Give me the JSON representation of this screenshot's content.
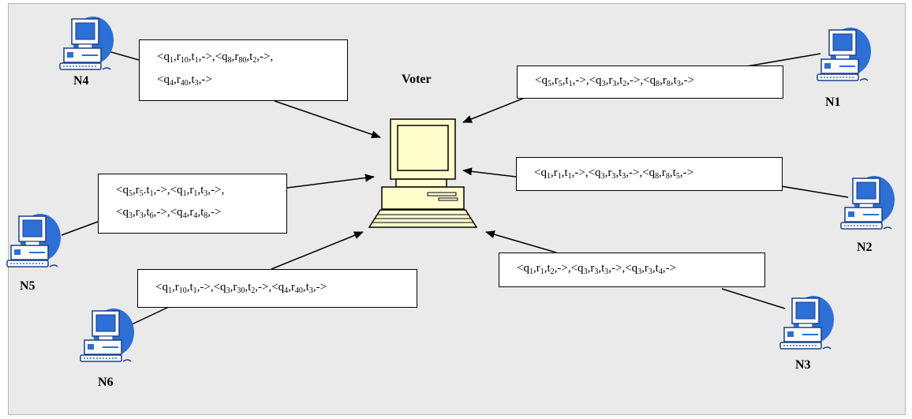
{
  "voter": {
    "label": "Voter"
  },
  "nodes": [
    {
      "id": "n1",
      "label": "N1"
    },
    {
      "id": "n2",
      "label": "N2"
    },
    {
      "id": "n3",
      "label": "N3"
    },
    {
      "id": "n4",
      "label": "N4"
    },
    {
      "id": "n5",
      "label": "N5"
    },
    {
      "id": "n6",
      "label": "N6"
    }
  ],
  "messages": {
    "n4": [
      [
        [
          "q",
          "1"
        ],
        [
          "r",
          "10"
        ],
        [
          "t",
          "1"
        ],
        [
          "-",
          ""
        ]
      ],
      [
        [
          "q",
          "8"
        ],
        [
          "r",
          "80"
        ],
        [
          "t",
          "2"
        ],
        [
          "-",
          ""
        ]
      ],
      [
        [
          "q",
          "4"
        ],
        [
          "r",
          "40"
        ],
        [
          "t",
          "3"
        ],
        [
          "-",
          ""
        ]
      ]
    ],
    "n1": [
      [
        [
          "q",
          "5"
        ],
        [
          "r",
          "5"
        ],
        [
          "t",
          "1"
        ],
        [
          "-",
          ""
        ]
      ],
      [
        [
          "q",
          "3"
        ],
        [
          "r",
          "3"
        ],
        [
          "t",
          "2"
        ],
        [
          "-",
          ""
        ]
      ],
      [
        [
          "q",
          "8"
        ],
        [
          "r",
          "8"
        ],
        [
          "t",
          "3"
        ],
        [
          "-",
          ""
        ]
      ]
    ],
    "n2": [
      [
        [
          "q",
          "1"
        ],
        [
          "r",
          "1"
        ],
        [
          "t",
          "1"
        ],
        [
          "-",
          ""
        ]
      ],
      [
        [
          "q",
          "3"
        ],
        [
          "r",
          "3"
        ],
        [
          "t",
          "3"
        ],
        [
          "-",
          ""
        ]
      ],
      [
        [
          "q",
          "8"
        ],
        [
          "r",
          "8"
        ],
        [
          "t",
          "5"
        ],
        [
          "-",
          ""
        ]
      ]
    ],
    "n5": [
      [
        [
          "q",
          "5"
        ],
        [
          "r",
          "5"
        ],
        [
          "t",
          "1"
        ],
        [
          "-",
          ""
        ]
      ],
      [
        [
          "q",
          "1"
        ],
        [
          "r",
          "1"
        ],
        [
          "t",
          "3"
        ],
        [
          "-",
          ""
        ]
      ],
      [
        [
          "q",
          "3"
        ],
        [
          "r",
          "3"
        ],
        [
          "t",
          "6"
        ],
        [
          "-",
          ""
        ]
      ],
      [
        [
          "q",
          "4"
        ],
        [
          "r",
          "4"
        ],
        [
          "t",
          "8"
        ],
        [
          "-",
          ""
        ]
      ]
    ],
    "n6": [
      [
        [
          "q",
          "1"
        ],
        [
          "r",
          "10"
        ],
        [
          "t",
          "1"
        ],
        [
          "-",
          ""
        ]
      ],
      [
        [
          "q",
          "3"
        ],
        [
          "r",
          "30"
        ],
        [
          "t",
          "2"
        ],
        [
          "-",
          ""
        ]
      ],
      [
        [
          "q",
          "4"
        ],
        [
          "r",
          "40"
        ],
        [
          "t",
          "3"
        ],
        [
          "-",
          ""
        ]
      ]
    ],
    "n3": [
      [
        [
          "q",
          "1"
        ],
        [
          "r",
          "1"
        ],
        [
          "t",
          "2"
        ],
        [
          "-",
          ""
        ]
      ],
      [
        [
          "q",
          "3"
        ],
        [
          "r",
          "3"
        ],
        [
          "t",
          "3"
        ],
        [
          "-",
          ""
        ]
      ],
      [
        [
          "q",
          "3"
        ],
        [
          "r",
          "3"
        ],
        [
          "t",
          "4"
        ],
        [
          "-",
          ""
        ]
      ]
    ]
  },
  "separators": {
    "n5_after_r": "."
  },
  "colors": {
    "background": "#eaeaea",
    "node_blob": "#2c6fd6",
    "voter_body": "#ffffcc",
    "box_border": "#000000",
    "line": "#000000"
  },
  "icons": {
    "node": "computer-icon",
    "voter": "computer-icon"
  }
}
